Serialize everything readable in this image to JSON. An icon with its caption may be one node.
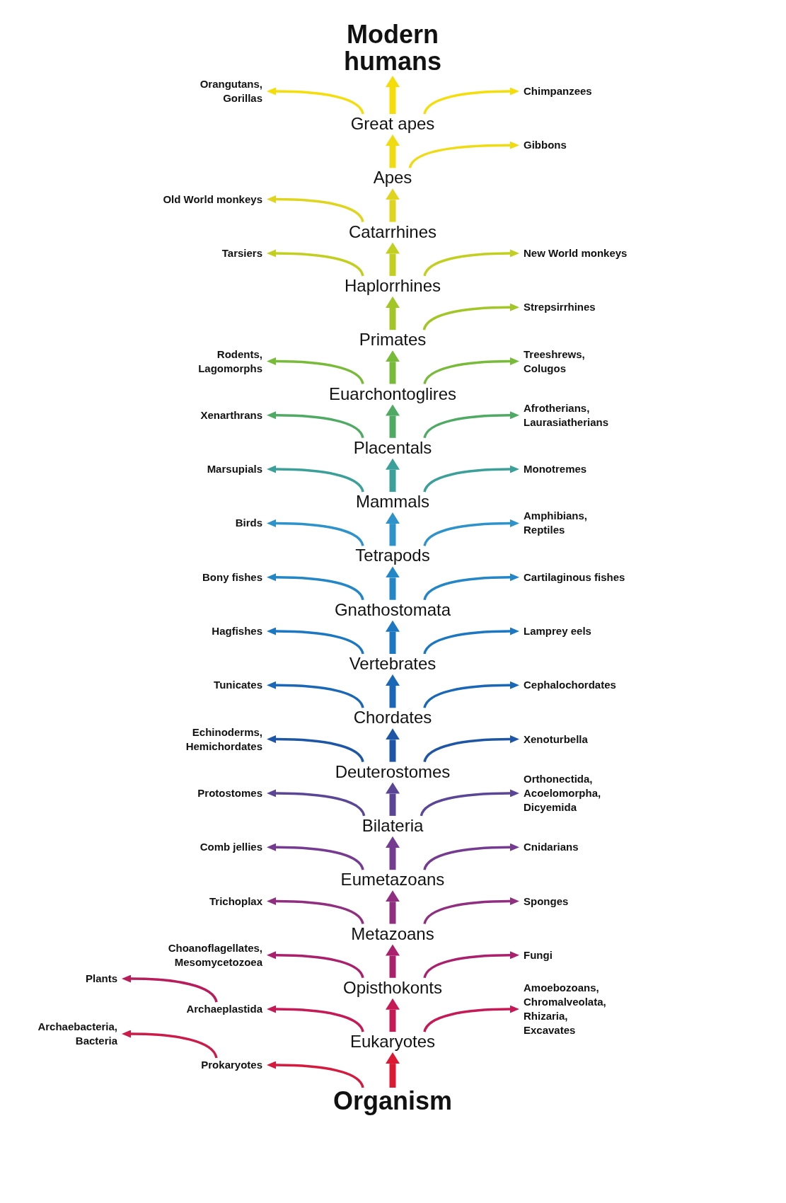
{
  "diagram": {
    "nodes": [
      {
        "text": [
          "Modern humans"
        ]
      },
      {
        "text": [
          "Orangutans, Gorillas"
        ]
      },
      {
        "text": [
          "Chimpanzees"
        ]
      },
      {
        "text": [
          "Great apes"
        ]
      },
      {
        "text": [
          "Gibbons"
        ]
      },
      {
        "text": [
          "Apes"
        ]
      },
      {
        "text": [
          "Old World monkeys"
        ]
      },
      {
        "text": [
          "Catarrhines"
        ]
      },
      {
        "text": [
          "Tarsiers"
        ]
      },
      {
        "text": [
          "New World monkeys"
        ]
      },
      {
        "text": [
          "Haplorrhines"
        ]
      },
      {
        "text": [
          "Strepsirrhines"
        ]
      },
      {
        "text": [
          "Primates"
        ]
      },
      {
        "text": [
          "Rodents, Lagomorphs"
        ]
      },
      {
        "text": [
          "Treeshrews, Colugos"
        ]
      },
      {
        "text": [
          "Euarchontoglires"
        ]
      },
      {
        "text": [
          "Xenarthrans"
        ]
      },
      {
        "text": [
          "Afrotherians, Laurasiatherians"
        ]
      },
      {
        "text": [
          "Placentals"
        ]
      },
      {
        "text": [
          "Marsupials"
        ]
      },
      {
        "text": [
          "Monotremes"
        ]
      },
      {
        "text": [
          "Mammals"
        ]
      },
      {
        "text": [
          "Birds"
        ]
      },
      {
        "text": [
          "Amphibians, Reptiles"
        ]
      },
      {
        "text": [
          "Tetrapods"
        ]
      },
      {
        "text": [
          "Bony fishes"
        ]
      },
      {
        "text": [
          "Cartilaginous fishes"
        ]
      },
      {
        "text": [
          "Gnathostomata"
        ]
      },
      {
        "text": [
          "Hagfishes"
        ]
      },
      {
        "text": [
          "Lamprey eels"
        ]
      },
      {
        "text": [
          "Vertebrates"
        ]
      },
      {
        "text": [
          "Tunicates"
        ]
      },
      {
        "text": [
          "Cephalochordates"
        ]
      },
      {
        "text": [
          "Chordates"
        ]
      },
      {
        "text": [
          "Echinoderms, Hemichordates"
        ]
      },
      {
        "text": [
          "Xenoturbella"
        ]
      },
      {
        "text": [
          "Deuterostomes"
        ]
      },
      {
        "text": [
          "Protostomes"
        ]
      },
      {
        "text": [
          "Orthonectida, Acoelomorpha, Dicyemida"
        ]
      },
      {
        "text": [
          "Bilateria"
        ]
      },
      {
        "text": [
          "Comb jellies"
        ]
      },
      {
        "text": [
          "Cnidarians"
        ]
      },
      {
        "text": [
          "Eumetazoans"
        ]
      },
      {
        "text": [
          "Trichoplax"
        ]
      },
      {
        "text": [
          "Sponges"
        ]
      },
      {
        "text": [
          "Metazoans"
        ]
      },
      {
        "text": [
          "Choanoflagellates, Mesomycetozoea"
        ]
      },
      {
        "text": [
          "Fungi"
        ]
      },
      {
        "text": [
          "Plants"
        ]
      },
      {
        "text": [
          "Opisthokonts"
        ]
      },
      {
        "text": [
          "Archaeplastida"
        ]
      },
      {
        "text": [
          "Amoebozoans, Chromalveolata, Rhizaria, Excavates"
        ]
      },
      {
        "text": [
          "Archaebacteria, Bacteria"
        ]
      },
      {
        "text": [
          "Eukaryotes"
        ]
      },
      {
        "text": [
          "Prokaryotes"
        ]
      },
      {
        "text": [
          "Organism"
        ]
      }
    ],
    "edges": [
      {
        "from": 3,
        "to": 0,
        "arrow": "to",
        "style": "thick",
        "color": "#f5dd0a"
      },
      {
        "from": 3,
        "to": 1,
        "arrow": "to",
        "color": "#f5dd0a"
      },
      {
        "from": 3,
        "to": 2,
        "arrow": "to",
        "color": "#f5dd0a"
      },
      {
        "from": 5,
        "to": 3,
        "arrow": "to",
        "style": "thick",
        "color": "#efdb12"
      },
      {
        "from": 5,
        "to": 4,
        "arrow": "to",
        "color": "#efdb12"
      },
      {
        "from": 7,
        "to": 5,
        "arrow": "to",
        "style": "thick",
        "color": "#dfd51e"
      },
      {
        "from": 7,
        "to": 6,
        "arrow": "to",
        "color": "#dfd51e"
      },
      {
        "from": 10,
        "to": 7,
        "arrow": "to",
        "style": "thick",
        "color": "#c2cf1e"
      },
      {
        "from": 10,
        "to": 8,
        "arrow": "to",
        "color": "#c2cf1e"
      },
      {
        "from": 10,
        "to": 9,
        "arrow": "to",
        "color": "#c2cf1e"
      },
      {
        "from": 12,
        "to": 10,
        "arrow": "to",
        "style": "thick",
        "color": "#a2c626"
      },
      {
        "from": 12,
        "to": 11,
        "arrow": "to",
        "color": "#a2c626"
      },
      {
        "from": 15,
        "to": 12,
        "arrow": "to",
        "style": "thick",
        "color": "#78bb38"
      },
      {
        "from": 15,
        "to": 13,
        "arrow": "to",
        "color": "#78bb38"
      },
      {
        "from": 15,
        "to": 14,
        "arrow": "to",
        "color": "#78bb38"
      },
      {
        "from": 18,
        "to": 15,
        "arrow": "to",
        "style": "thick",
        "color": "#4faa64"
      },
      {
        "from": 18,
        "to": 16,
        "arrow": "to",
        "color": "#4faa64"
      },
      {
        "from": 18,
        "to": 17,
        "arrow": "to",
        "color": "#4faa64"
      },
      {
        "from": 21,
        "to": 18,
        "arrow": "to",
        "style": "thick",
        "color": "#3ba099"
      },
      {
        "from": 21,
        "to": 19,
        "arrow": "to",
        "color": "#3ba099"
      },
      {
        "from": 21,
        "to": 20,
        "arrow": "to",
        "color": "#3ba099"
      },
      {
        "from": 24,
        "to": 21,
        "arrow": "to",
        "style": "thick",
        "color": "#2e93cb"
      },
      {
        "from": 24,
        "to": 22,
        "arrow": "to",
        "color": "#2e93cb"
      },
      {
        "from": 24,
        "to": 23,
        "arrow": "to",
        "color": "#2e93cb"
      },
      {
        "from": 27,
        "to": 24,
        "arrow": "to",
        "style": "thick",
        "color": "#2286c7"
      },
      {
        "from": 27,
        "to": 25,
        "arrow": "to",
        "color": "#2286c7"
      },
      {
        "from": 27,
        "to": 26,
        "arrow": "to",
        "color": "#2286c7"
      },
      {
        "from": 30,
        "to": 27,
        "arrow": "to",
        "style": "thick",
        "color": "#1b77c1"
      },
      {
        "from": 30,
        "to": 28,
        "arrow": "to",
        "color": "#1b77c1"
      },
      {
        "from": 30,
        "to": 29,
        "arrow": "to",
        "color": "#1b77c1"
      },
      {
        "from": 33,
        "to": 30,
        "arrow": "to",
        "style": "thick",
        "color": "#1a67b8"
      },
      {
        "from": 33,
        "to": 31,
        "arrow": "to",
        "color": "#1a67b8"
      },
      {
        "from": 33,
        "to": 32,
        "arrow": "to",
        "color": "#1a67b8"
      },
      {
        "from": 36,
        "to": 33,
        "arrow": "to",
        "style": "thick",
        "color": "#1d56a7"
      },
      {
        "from": 36,
        "to": 34,
        "arrow": "to",
        "color": "#1d56a7"
      },
      {
        "from": 36,
        "to": 35,
        "arrow": "to",
        "color": "#1d56a7"
      },
      {
        "from": 39,
        "to": 36,
        "arrow": "to",
        "style": "thick",
        "color": "#5b4597"
      },
      {
        "from": 39,
        "to": 37,
        "arrow": "to",
        "color": "#5b4597"
      },
      {
        "from": 39,
        "to": 38,
        "arrow": "to",
        "color": "#5b4597"
      },
      {
        "from": 42,
        "to": 39,
        "arrow": "to",
        "style": "thick",
        "color": "#753b91"
      },
      {
        "from": 42,
        "to": 40,
        "arrow": "to",
        "color": "#753b91"
      },
      {
        "from": 42,
        "to": 41,
        "arrow": "to",
        "color": "#753b91"
      },
      {
        "from": 45,
        "to": 42,
        "arrow": "to",
        "style": "thick",
        "color": "#902f80"
      },
      {
        "from": 45,
        "to": 43,
        "arrow": "to",
        "color": "#902f80"
      },
      {
        "from": 45,
        "to": 44,
        "arrow": "to",
        "color": "#902f80"
      },
      {
        "from": 49,
        "to": 45,
        "arrow": "to",
        "style": "thick",
        "color": "#aa206d"
      },
      {
        "from": 49,
        "to": 46,
        "arrow": "to",
        "color": "#aa206d"
      },
      {
        "from": 49,
        "to": 47,
        "arrow": "to",
        "color": "#aa206d"
      },
      {
        "from": 53,
        "to": 49,
        "arrow": "to",
        "style": "thick",
        "color": "#c51a55"
      },
      {
        "from": 53,
        "to": 50,
        "arrow": "to",
        "color": "#c51a55"
      },
      {
        "from": 53,
        "to": 51,
        "arrow": "to",
        "color": "#c51a55"
      },
      {
        "from": 50,
        "to": 48,
        "arrow": "to",
        "color": "#b91c5b"
      },
      {
        "from": 55,
        "to": 53,
        "arrow": "to",
        "style": "thick",
        "color": "#dc1a33"
      },
      {
        "from": 55,
        "to": 54,
        "arrow": "to",
        "color": "#d41a3e"
      },
      {
        "from": 54,
        "to": 52,
        "arrow": "to",
        "color": "#cc1a49"
      }
    ]
  }
}
